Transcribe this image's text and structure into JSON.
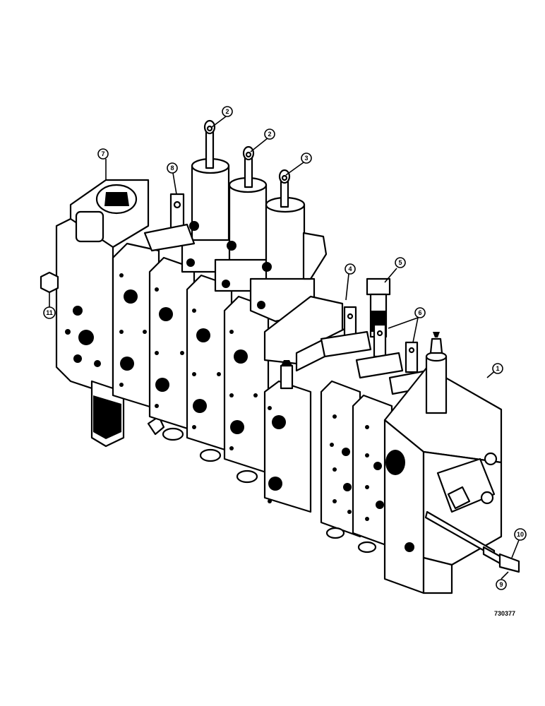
{
  "figure_number": "730377",
  "callouts": [
    {
      "id": "c1",
      "label": "1"
    },
    {
      "id": "c2a",
      "label": "2"
    },
    {
      "id": "c2b",
      "label": "2"
    },
    {
      "id": "c3",
      "label": "3"
    },
    {
      "id": "c4",
      "label": "4"
    },
    {
      "id": "c5",
      "label": "5"
    },
    {
      "id": "c6",
      "label": "6"
    },
    {
      "id": "c7",
      "label": "7"
    },
    {
      "id": "c8",
      "label": "8"
    },
    {
      "id": "c9",
      "label": "9"
    },
    {
      "id": "c10",
      "label": "10"
    },
    {
      "id": "c11",
      "label": "11"
    }
  ]
}
